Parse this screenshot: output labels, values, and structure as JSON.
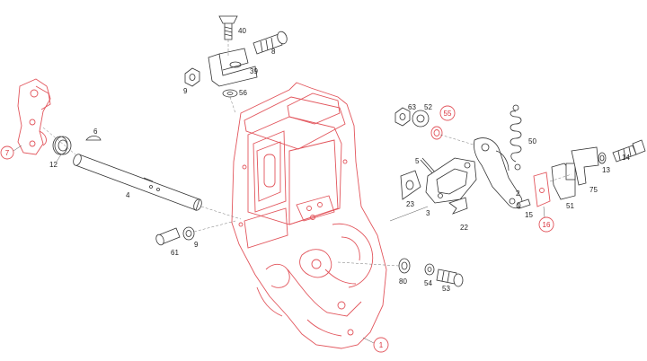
{
  "callouts": {
    "p1": "1",
    "p2": "2",
    "p3": "3",
    "p4": "4",
    "p5": "5",
    "p6": "6",
    "p7": "7",
    "p8": "8",
    "p9a": "9",
    "p9b": "9",
    "p12": "12",
    "p13": "13",
    "p14": "14",
    "p15": "15",
    "p16": "16",
    "p22": "22",
    "p23": "23",
    "p39": "39",
    "p40": "40",
    "p50": "50",
    "p51": "51",
    "p52": "52",
    "p53": "53",
    "p54": "54",
    "p55": "55",
    "p56": "56",
    "p61": "61",
    "p63": "63",
    "p75": "75",
    "p80": "80"
  },
  "colors": {
    "highlight": "#e2555c",
    "ink": "#333333"
  }
}
